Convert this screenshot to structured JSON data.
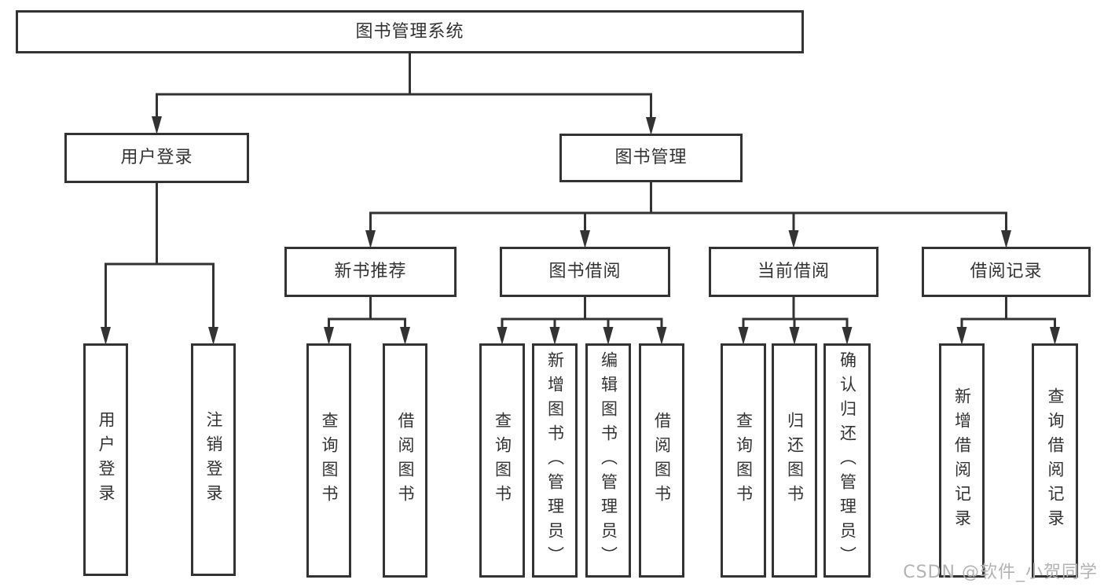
{
  "diagram": {
    "title": "图书管理系统",
    "watermark": "CSDN @软件_小贺同学",
    "colors": {
      "line": "#333333",
      "box_border": "#333333",
      "box_bg": "#ffffff",
      "text": "#333333",
      "watermark": "#b3b3b3",
      "background": "#ffffff"
    },
    "nodes": [
      {
        "id": "root",
        "label": "图书管理系统",
        "orientation": "horizontal"
      },
      {
        "id": "user-login",
        "label": "用户登录",
        "orientation": "horizontal"
      },
      {
        "id": "book-mgmt",
        "label": "图书管理",
        "orientation": "horizontal"
      },
      {
        "id": "new-book-rec",
        "label": "新书推荐",
        "orientation": "horizontal"
      },
      {
        "id": "book-borrow",
        "label": "图书借阅",
        "orientation": "horizontal"
      },
      {
        "id": "current-borrow",
        "label": "当前借阅",
        "orientation": "horizontal"
      },
      {
        "id": "borrow-records",
        "label": "借阅记录",
        "orientation": "horizontal"
      },
      {
        "id": "leaf-user-login",
        "label": "用户登录",
        "orientation": "vertical"
      },
      {
        "id": "leaf-logout",
        "label": "注销登录",
        "orientation": "vertical"
      },
      {
        "id": "leaf-nb-query",
        "label": "查询图书",
        "orientation": "vertical"
      },
      {
        "id": "leaf-nb-borrow",
        "label": "借阅图书",
        "orientation": "vertical"
      },
      {
        "id": "leaf-bb-query",
        "label": "查询图书",
        "orientation": "vertical"
      },
      {
        "id": "leaf-bb-add",
        "label": "新增图书（管理员）",
        "orientation": "vertical"
      },
      {
        "id": "leaf-bb-edit",
        "label": "编辑图书（管理员）",
        "orientation": "vertical"
      },
      {
        "id": "leaf-bb-borrow",
        "label": "借阅图书",
        "orientation": "vertical"
      },
      {
        "id": "leaf-cb-query",
        "label": "查询图书",
        "orientation": "vertical"
      },
      {
        "id": "leaf-cb-return",
        "label": "归还图书",
        "orientation": "vertical"
      },
      {
        "id": "leaf-cb-confirm",
        "label": "确认归还（管理员）",
        "orientation": "vertical"
      },
      {
        "id": "leaf-br-add",
        "label": "新增借阅记录",
        "orientation": "vertical"
      },
      {
        "id": "leaf-br-query",
        "label": "查询借阅记录",
        "orientation": "vertical"
      }
    ],
    "edges": [
      {
        "from": "root",
        "to": [
          "user-login",
          "book-mgmt"
        ]
      },
      {
        "from": "user-login",
        "to": [
          "leaf-user-login",
          "leaf-logout"
        ]
      },
      {
        "from": "book-mgmt",
        "to": [
          "new-book-rec",
          "book-borrow",
          "current-borrow",
          "borrow-records"
        ]
      },
      {
        "from": "new-book-rec",
        "to": [
          "leaf-nb-query",
          "leaf-nb-borrow"
        ]
      },
      {
        "from": "book-borrow",
        "to": [
          "leaf-bb-query",
          "leaf-bb-add",
          "leaf-bb-edit",
          "leaf-bb-borrow"
        ]
      },
      {
        "from": "current-borrow",
        "to": [
          "leaf-cb-query",
          "leaf-cb-return",
          "leaf-cb-confirm"
        ]
      },
      {
        "from": "borrow-records",
        "to": [
          "leaf-br-add",
          "leaf-br-query"
        ]
      }
    ]
  }
}
